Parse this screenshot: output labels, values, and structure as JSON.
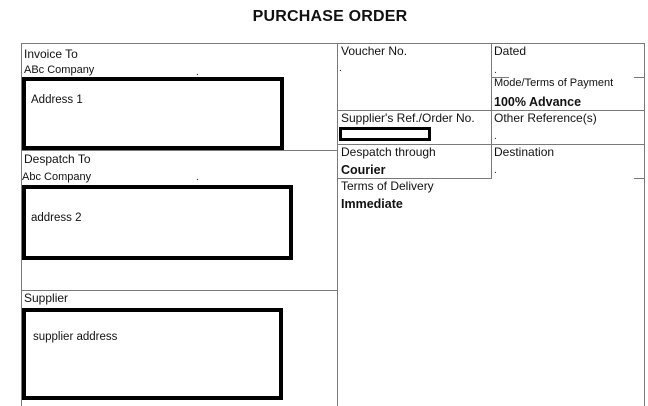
{
  "title": "PURCHASE ORDER",
  "invoice": {
    "label": "Invoice To",
    "company": "ABc Company",
    "address": "Address 1"
  },
  "despatch_to": {
    "label": "Despatch To",
    "company": "Abc Company",
    "address": "address 2"
  },
  "supplier": {
    "label": "Supplier",
    "address": "supplier address"
  },
  "voucher": {
    "label": "Voucher No.",
    "value": "."
  },
  "dated": {
    "label": "Dated",
    "value": "."
  },
  "payment": {
    "label": "Mode/Terms of Payment",
    "value": "100% Advance"
  },
  "supplier_ref": {
    "label": "Supplier's Ref./Order No."
  },
  "other_ref": {
    "label": "Other Reference(s)",
    "value": "."
  },
  "despatch_through": {
    "label": "Despatch through",
    "value": "Courier"
  },
  "destination": {
    "label": "Destination",
    "value": "."
  },
  "terms": {
    "label": "Terms of Delivery",
    "value": "Immediate"
  }
}
